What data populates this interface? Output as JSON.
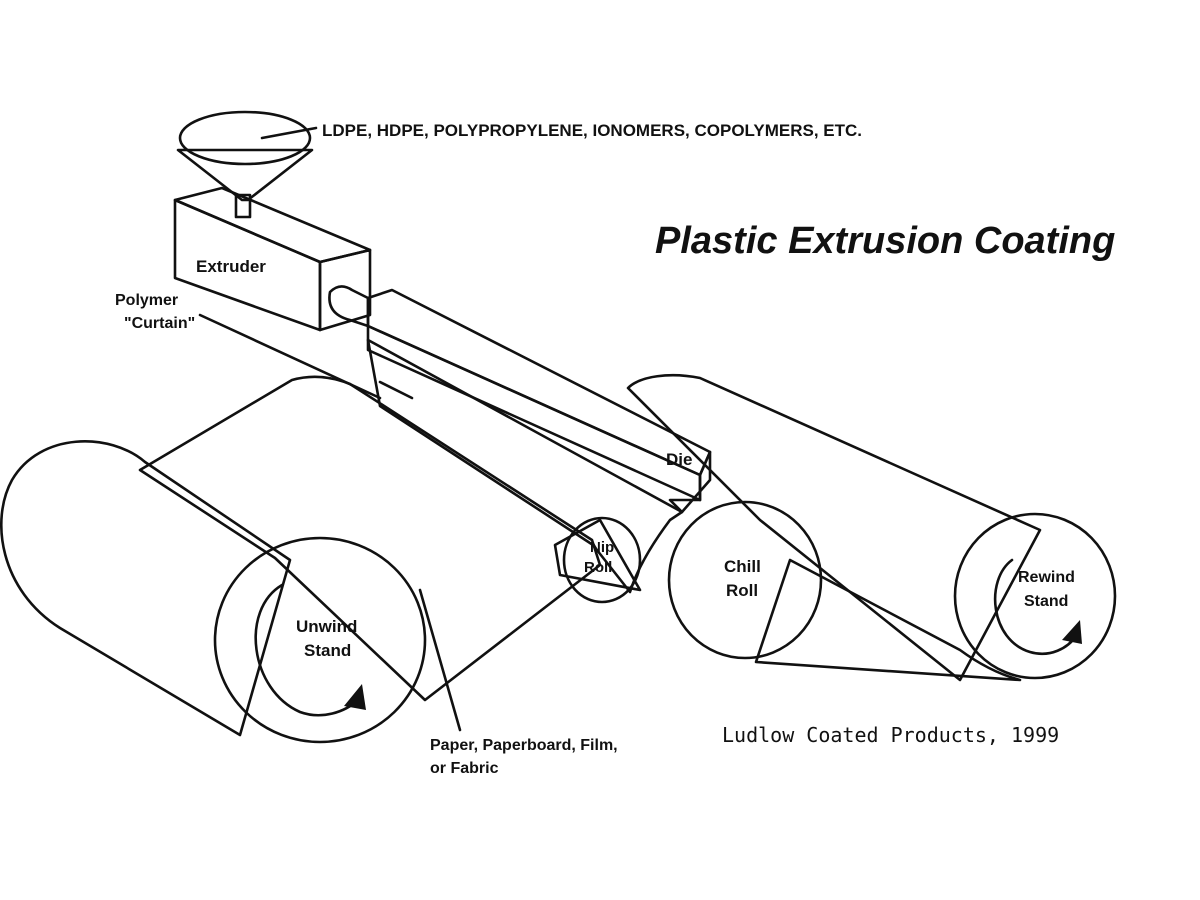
{
  "title": "Plastic Extrusion Coating",
  "credit": "Ludlow Coated Products, 1999",
  "labels": {
    "materials": "LDPE, HDPE, POLYPROPYLENE, IONOMERS, COPOLYMERS, ETC.",
    "extruder": "Extruder",
    "polymer_curtain_line1": "Polymer",
    "polymer_curtain_line2": "\"Curtain\"",
    "die": "Die",
    "nip_roll_line1": "Nip",
    "nip_roll_line2": "Roll",
    "chill_roll_line1": "Chill",
    "chill_roll_line2": "Roll",
    "unwind_stand_line1": "Unwind",
    "unwind_stand_line2": "Stand",
    "rewind_stand_line1": "Rewind",
    "rewind_stand_line2": "Stand",
    "substrate_line1": "Paper, Paperboard, Film,",
    "substrate_line2": "or Fabric"
  },
  "colors": {
    "roll_blue": "#6fa4ea",
    "sheet_light_blue": "#aad0fa",
    "coating_yellow": "#fbf97a",
    "outline": "#111111"
  }
}
